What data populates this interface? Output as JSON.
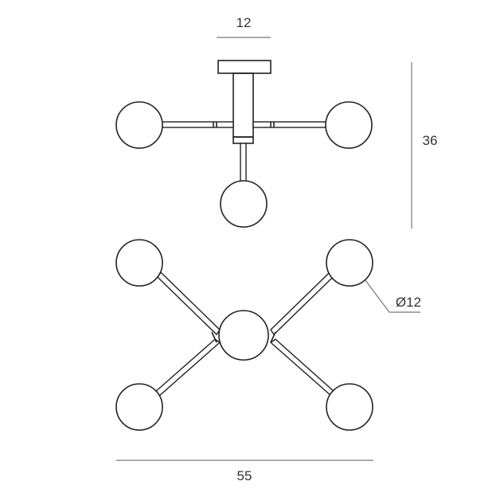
{
  "dimensions": {
    "canopy_width": "12",
    "height": "36",
    "globe_diameter": "Ø12",
    "total_width": "55"
  },
  "colors": {
    "line": "#222222",
    "dimension_line": "#777777",
    "text": "#333333",
    "background": "#ffffff"
  }
}
